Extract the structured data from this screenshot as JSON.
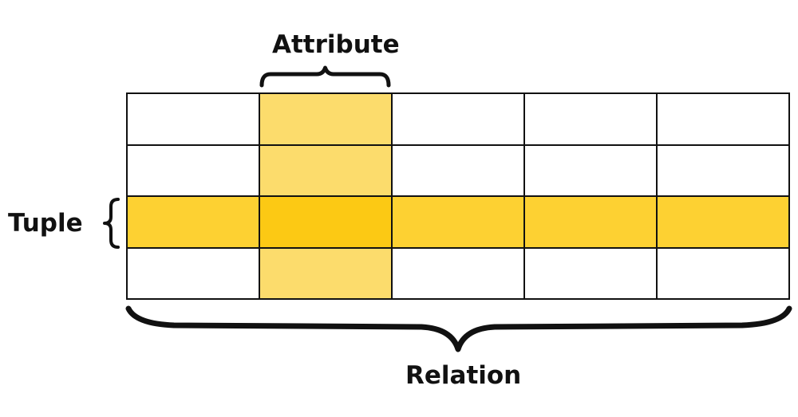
{
  "labels": {
    "attribute": "Attribute",
    "tuple": "Tuple",
    "relation": "Relation"
  },
  "table": {
    "rows": 4,
    "columns": 5,
    "highlighted_column": 2,
    "highlighted_row": 3
  },
  "colors": {
    "attribute_column": "#fcdc6c",
    "tuple_row": "#fdd132",
    "intersection": "#fcc914",
    "cell": "#ffffff",
    "lines": "#111111"
  }
}
